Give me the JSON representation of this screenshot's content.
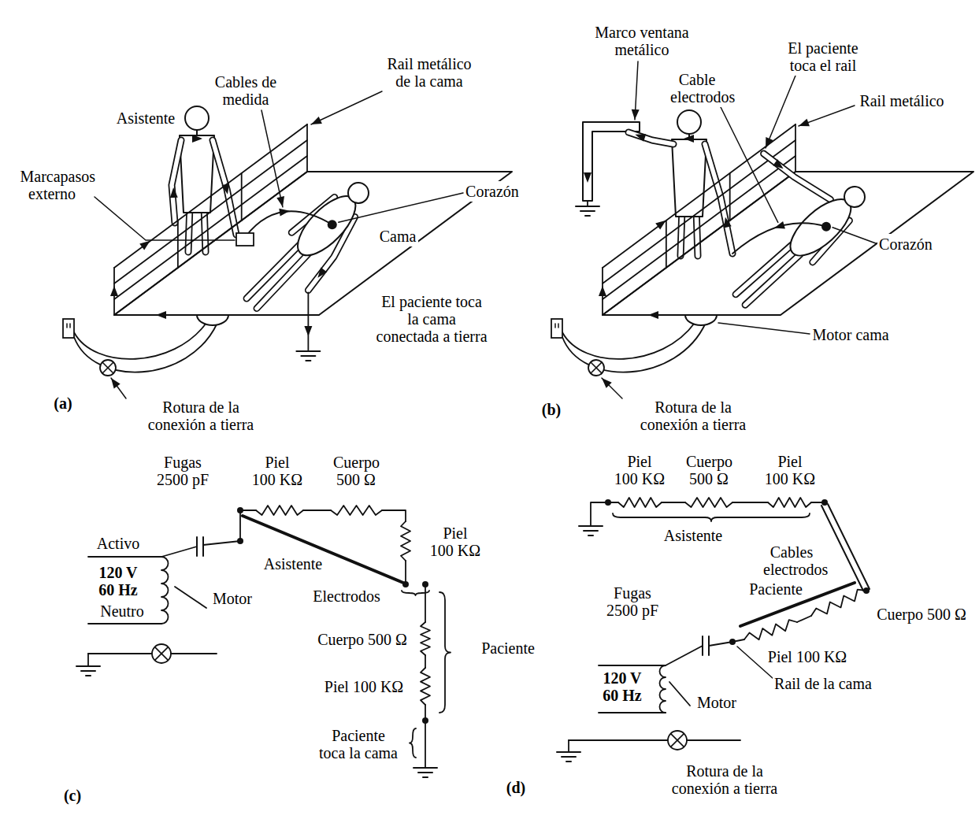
{
  "diagram": {
    "labels": [
      "Asistente",
      "Cables de medida",
      "Rail metálico de la cama",
      "Marcapasos externo",
      "Corazón",
      "Cama",
      "El paciente toca la cama conectada a tierra",
      "Rotura de la conexión a tierra",
      "(a)",
      "Marco ventana metálico",
      "El paciente toca el rail",
      "Cable electrodos",
      "Rail metálico",
      "Corazón",
      "Motor cama",
      "Rotura de la conexión a tierra",
      "(b)",
      "Fugas 2500 pF",
      "Piel 100 KΩ",
      "Cuerpo 500 Ω",
      "Activo",
      "120 V 60 Hz",
      "Neutro",
      "Motor",
      "Asistente",
      "Piel 100 KΩ",
      "Electrodos",
      "Paciente",
      "Cuerpo 500 Ω",
      "Piel 100 KΩ",
      "Paciente toca la cama",
      "(c)",
      "Piel 100 KΩ",
      "Cuerpo 500 Ω",
      "Piel 100 KΩ",
      "Asistente",
      "Cables electrodos",
      "Fugas 2500 pF",
      "Paciente",
      "Cuerpo 500 Ω",
      "Piel 100 KΩ",
      "120 V 60 Hz",
      "Rail de la cama",
      "Motor",
      "Rotura de la conexión a tierra",
      "(d)"
    ]
  }
}
